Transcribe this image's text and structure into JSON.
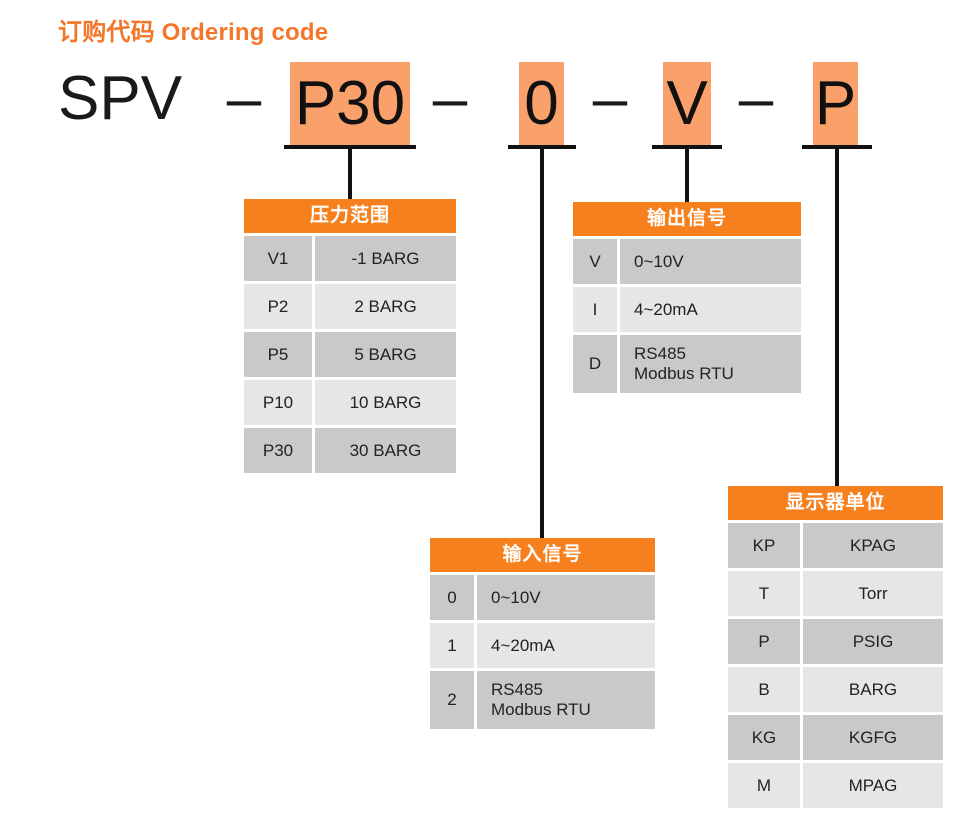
{
  "title": "订购代码 Ordering code",
  "accent_color": "#F7801E",
  "highlight_color": "#FAA16B",
  "row_shade_dark": "#C9C9C9",
  "row_shade_light": "#E6E6E6",
  "code": {
    "prefix": "SPV",
    "separator": "–",
    "segments": [
      {
        "value": "P30",
        "highlighted": true
      },
      {
        "value": "0",
        "highlighted": true
      },
      {
        "value": "V",
        "highlighted": true
      },
      {
        "value": "P",
        "highlighted": true
      }
    ]
  },
  "tables": {
    "pressure_range": {
      "header": "压力范围",
      "rows": [
        {
          "code": "V1",
          "value": "-1 BARG"
        },
        {
          "code": "P2",
          "value": "2 BARG"
        },
        {
          "code": "P5",
          "value": "5 BARG"
        },
        {
          "code": "P10",
          "value": "10 BARG"
        },
        {
          "code": "P30",
          "value": "30 BARG"
        }
      ]
    },
    "output_signal": {
      "header": "输出信号",
      "rows": [
        {
          "code": "V",
          "value": "0~10V"
        },
        {
          "code": "I",
          "value": "4~20mA"
        },
        {
          "code": "D",
          "value": "RS485\nModbus RTU"
        }
      ]
    },
    "input_signal": {
      "header": "输入信号",
      "rows": [
        {
          "code": "0",
          "value": "0~10V"
        },
        {
          "code": "1",
          "value": "4~20mA"
        },
        {
          "code": "2",
          "value": "RS485\nModbus RTU"
        }
      ]
    },
    "display_unit": {
      "header": "显示器单位",
      "rows": [
        {
          "code": "KP",
          "value": "KPAG"
        },
        {
          "code": "T",
          "value": "Torr"
        },
        {
          "code": "P",
          "value": "PSIG"
        },
        {
          "code": "B",
          "value": "BARG"
        },
        {
          "code": "KG",
          "value": "KGFG"
        },
        {
          "code": "M",
          "value": "MPAG"
        }
      ]
    }
  }
}
